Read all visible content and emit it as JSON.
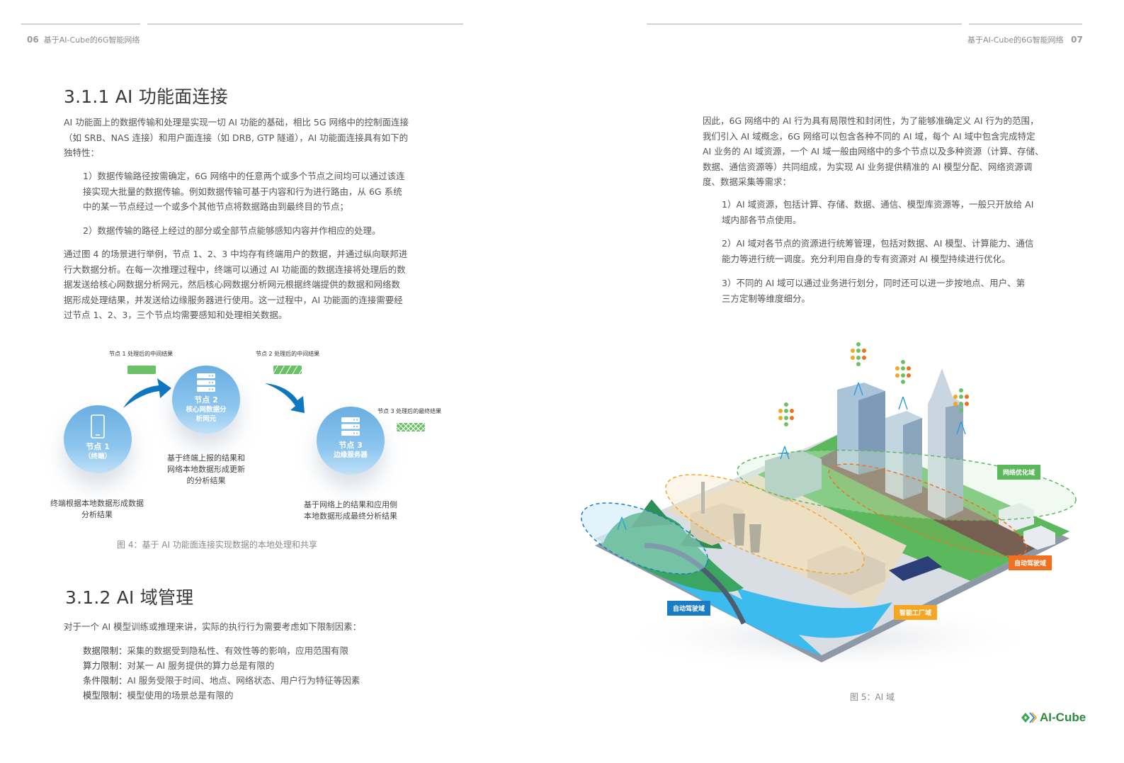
{
  "left_page": {
    "page_number": "06",
    "running_title": "基于AI-Cube的6G智能网络",
    "section_311": {
      "heading": "3.1.1 AI 功能面连接",
      "intro_lines": [
        "AI 功能面上的数据传输和处理是实现一切 AI 功能的基础，相比 5G 网络中的控制面连接",
        "（如 SRB、NAS 连接）和用户面连接（如 DRB, GTP 隧道），AI 功能面连接具有如下的",
        "独特性："
      ],
      "item1_lines": [
        "1）数据传输路径按需确定，6G 网络中的任意两个或多个节点之间均可以通过该连",
        "接实现大批量的数据传输。例如数据传输可基于内容和行为进行路由，从 6G 系统",
        "中的某一节点经过一个或多个其他节点将数据路由到最终目的节点；"
      ],
      "item2": "2）数据传输的路径上经过的部分或全部节点能够感知内容并作相应的处理。",
      "example_lines": [
        "通过图 4 的场景进行举例，节点 1、2、3 中均存有终端用户的数据，并通过纵向联邦进",
        "行大数据分析。在每一次推理过程中，终端可以通过 AI 功能面的数据连接将处理后的数",
        "据发送给核心网数据分析网元，然后核心网数据分析网元根据终端提供的数据和网络数",
        "据形成处理结果，并发送给边缘服务器进行使用。这一过程中，AI 功能面的连接需要经",
        "过节点 1、2、3，三个节点均需要感知和处理相关数据。"
      ]
    },
    "figure4": {
      "caption": "图 4：基于 AI 功能面连接实现数据的本地处理和共享",
      "node1": {
        "title": "节点 1",
        "subtitle": "（终端）",
        "desc_lines": [
          "终端根据本地数据形成数据",
          "分析结果"
        ]
      },
      "node2": {
        "title": "节点 2",
        "subtitle_lines": [
          "核心网数据分",
          "析网元"
        ],
        "desc_lines": [
          "基于终端上报的结果和",
          "网络本地数据形成更新",
          "的分析结果"
        ]
      },
      "node3": {
        "title": "节点 3",
        "subtitle": "边缘服务器",
        "desc_lines": [
          "基于网络上的结果和应用侧",
          "本地数据形成最终分析结果"
        ]
      },
      "result1_label": "节点 1 处理后的中间结果",
      "result2_label": "节点 2 处理后的中间结果",
      "result3_label": "节点 3 处理后的最终结果",
      "colors": {
        "node": "#7ab8e8",
        "arrow": "#0f76c0",
        "chip": "#6cc068"
      }
    },
    "section_312": {
      "heading": "3.1.2 AI 域管理",
      "intro": "对于一个 AI 模型训练或推理来讲，实际的执行行为需要考虑如下限制因素：",
      "limits": [
        {
          "key": "数据限制：",
          "value": "采集的数据受到隐私性、有效性等的影响，应用范围有限"
        },
        {
          "key": "算力限制：",
          "value": "对某一 AI 服务提供的算力总是有限的"
        },
        {
          "key": "条件限制：",
          "value": "AI 服务受限于时间、地点、网络状态、用户行为特征等因素"
        },
        {
          "key": "模型限制：",
          "value": "模型使用的场景总是有限的"
        }
      ]
    }
  },
  "right_page": {
    "page_number": "07",
    "running_title": "基于AI-Cube的6G智能网络",
    "intro_lines": [
      "因此，6G 网络中的 AI 行为具有局限性和封闭性，为了能够准确定义 AI 行为的范围，",
      "我们引入 AI 域概念，6G 网络可以包含各种不同的 AI 域，每个 AI 域中包含完成特定",
      "AI 业务的 AI 域资源，一个 AI 域一般由网络中的多个节点以及多种资源（计算、存储、",
      "数据、通信资源等）共同组成，为实现 AI 业务提供精准的 AI 模型分配、网络资源调",
      "度、数据采集等需求："
    ],
    "items": [
      [
        "1）AI 域资源，包括计算、存储、数据、通信、模型库资源等，一般只开放给 AI",
        "域内部各节点使用。"
      ],
      [
        "2）AI 域对各节点的资源进行统筹管理，包括对数据、AI 模型、计算能力、通信",
        "能力等进行统一调度。充分利用自身的专有资源对 AI 模型持续进行优化。"
      ],
      [
        "3）不同的 AI 域可以通过业务进行划分，同时还可以进一步按地点、用户、第",
        "三方定制等维度细分。"
      ]
    ],
    "figure5": {
      "caption": "图 5：AI 域",
      "domains": [
        {
          "label": "网络优化域",
          "color": "#5cb85c"
        },
        {
          "label": "自动驾驶域",
          "color": "#f07020"
        },
        {
          "label": "自动驾驶域",
          "color": "#1a7cc4"
        },
        {
          "label": "智能工厂域",
          "color": "#f5a623"
        }
      ]
    },
    "logo": {
      "text": "AI-Cube"
    }
  }
}
